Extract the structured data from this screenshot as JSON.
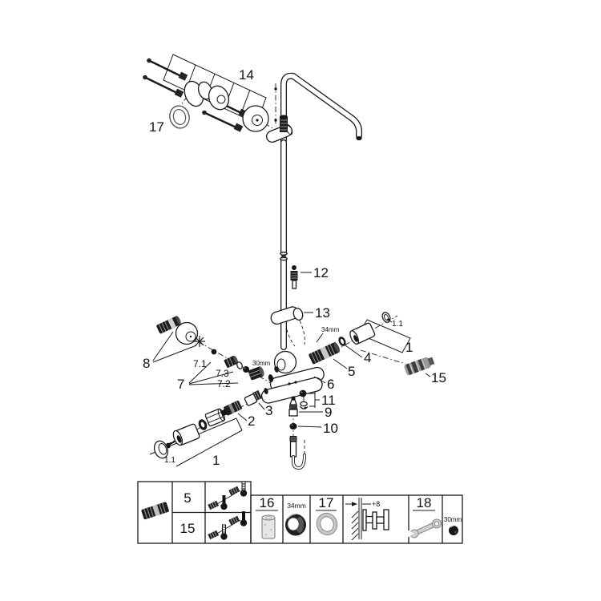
{
  "figure": {
    "title": "Thermostatic shower system exploded parts diagram",
    "background": "#ffffff",
    "line_color": "#1a1a1a",
    "dark_fill": "#161616",
    "mid_gray": "#9a9a9a",
    "light_gray": "#d9d9d9"
  },
  "callouts": {
    "part14": "14",
    "part17": "17",
    "part12": "12",
    "part13": "13",
    "size34": "34mm",
    "part6": "6",
    "part5": "5",
    "part4": "4",
    "part1_1_right": "1.1",
    "part1_right": "1",
    "part15_right": "15",
    "part8": "8",
    "part7": "7",
    "part7_1": "7.1",
    "part7_3": "7.3",
    "part7_2": "7.2",
    "size30": "30mm",
    "part3": "3",
    "part2": "2",
    "part11": "11",
    "part9": "9",
    "part10": "10",
    "part1_1_bottom": "1.1",
    "part1_bottom": "1"
  },
  "legend": {
    "row1_num": "5",
    "row2_num": "15",
    "cell16": "16",
    "cell34mm": "34mm",
    "cell17": "17",
    "wall_offset": "+8",
    "cell18": "18",
    "cell30mm": "30mm"
  }
}
